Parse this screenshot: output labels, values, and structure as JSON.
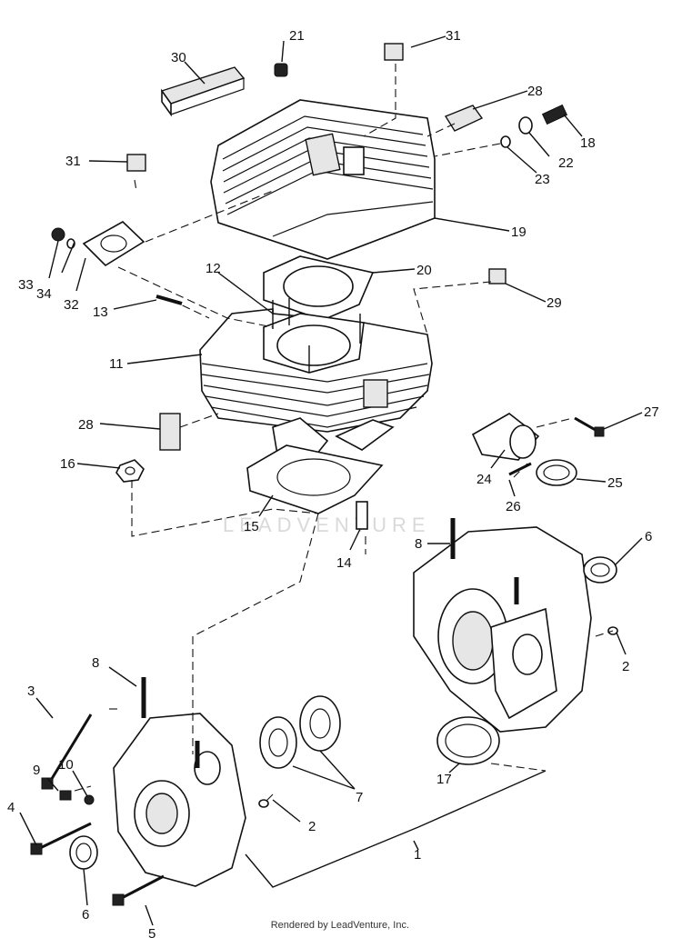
{
  "diagram": {
    "watermark": "LEADVENTURE",
    "footer": "Rendered by LeadVenture, Inc.",
    "callouts": {
      "c1": "1",
      "c2a": "2",
      "c2b": "2",
      "c3": "3",
      "c4": "4",
      "c5": "5",
      "c6a": "6",
      "c6b": "6",
      "c7": "7",
      "c8a": "8",
      "c8b": "8",
      "c9": "9",
      "c10": "10",
      "c11": "11",
      "c12": "12",
      "c13": "13",
      "c14": "14",
      "c15": "15",
      "c16": "16",
      "c17": "17",
      "c18": "18",
      "c19": "19",
      "c20": "20",
      "c21": "21",
      "c22": "22",
      "c23": "23",
      "c24": "24",
      "c25": "25",
      "c26": "26",
      "c27": "27",
      "c28a": "28",
      "c28b": "28",
      "c29": "29",
      "c30": "30",
      "c31a": "31",
      "c31b": "31",
      "c32": "32",
      "c33": "33",
      "c34": "34"
    }
  }
}
